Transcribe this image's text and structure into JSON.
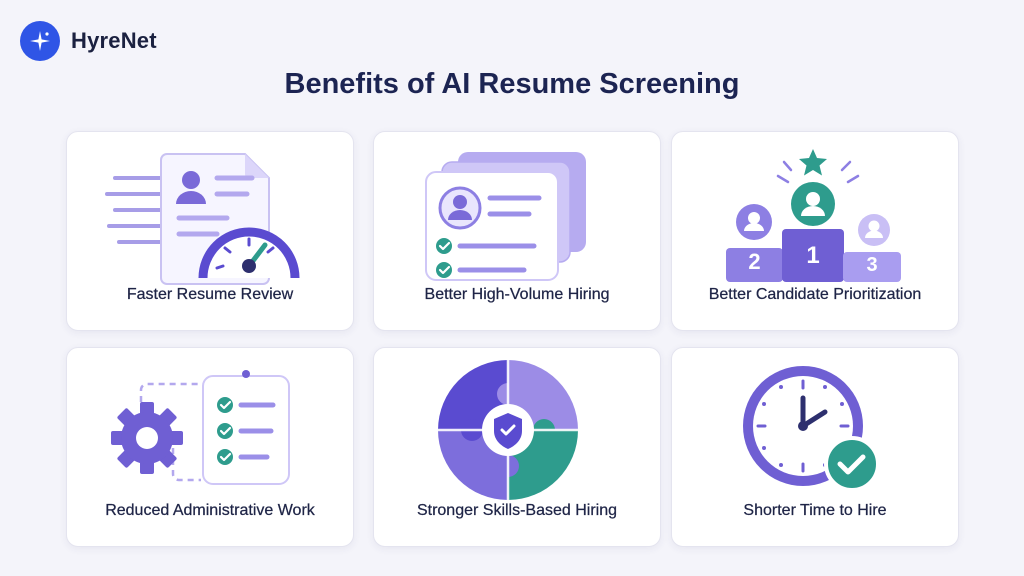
{
  "brand": {
    "name": "HyreNet",
    "logo_icon": "sparkle-star-icon",
    "color": "#2f55e6"
  },
  "title": "Benefits of AI Resume Screening",
  "colors": {
    "primary_purple": "#6f5fd3",
    "light_purple": "#bdb3f0",
    "teal": "#2e9c8d",
    "title_navy": "#1c2452"
  },
  "cards": [
    {
      "label": "Faster Resume Review",
      "icon": "resume-speedometer-icon"
    },
    {
      "label": "Better High-Volume Hiring",
      "icon": "stacked-resumes-icon"
    },
    {
      "label": "Better Candidate Prioritization",
      "icon": "podium-ranking-icon",
      "podium_ranks": [
        "2",
        "1",
        "3"
      ]
    },
    {
      "label": "Reduced Administrative Work",
      "icon": "gear-checklist-icon"
    },
    {
      "label": "Stronger Skills-Based Hiring",
      "icon": "puzzle-shield-icon"
    },
    {
      "label": "Shorter Time to Hire",
      "icon": "clock-check-icon"
    }
  ]
}
